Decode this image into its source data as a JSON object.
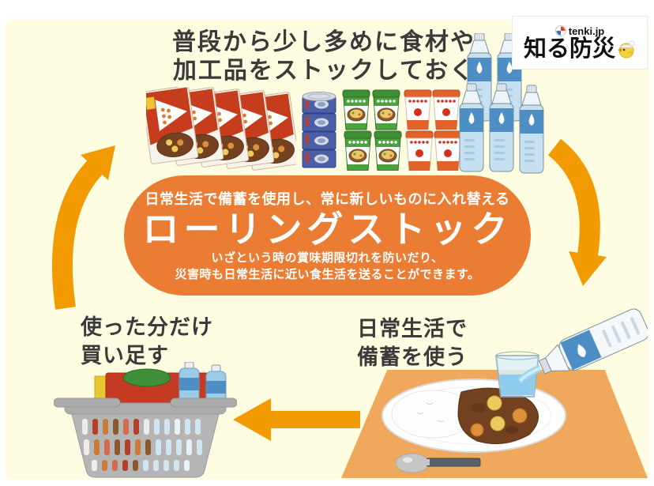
{
  "logo": {
    "brand": "tenki.jp",
    "service_name": "知る防災"
  },
  "heading": {
    "line1": "普段から少し多めに食材や",
    "line2": "加工品をストックしておく"
  },
  "center_badge": {
    "tagline": "日常生活で備蓄を使用し、常に新しいものに入れ替える",
    "title": "ローリングストック",
    "benefit_line1": "いざという時の賞味期限切れを防いだり、",
    "benefit_line2": "災害時も日常生活に近い食生活を送ることができます。"
  },
  "steps": {
    "use_stock": {
      "line1": "日常生活で",
      "line2": "備蓄を使う"
    },
    "restock": {
      "line1": "使った分だけ",
      "line2": "買い足す"
    }
  },
  "colors": {
    "background": "#FFFDE1",
    "badge_orange": "#EA7C33",
    "arrow_orange": "#F29B00",
    "text_dark": "#3A3A3A",
    "placemat_orange": "#F0A95C"
  },
  "illustrations": {
    "top_shelf": [
      "retort-curry-pouches",
      "canned-food-stack",
      "green-cup-noodles",
      "orange-cup-noodles",
      "water-bottle-stack"
    ],
    "bottom_left": "shopping-basket",
    "bottom_right": [
      "curry-rice-meal",
      "pouring-water-bottle"
    ],
    "cycle_arrows": [
      "arrow-up-left",
      "arrow-down-right",
      "arrow-left-bottom"
    ]
  }
}
